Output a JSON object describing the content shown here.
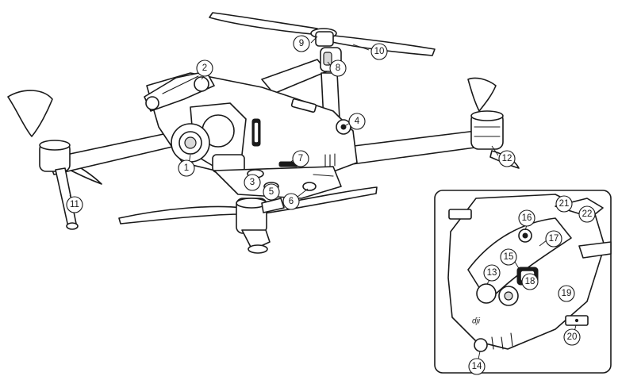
{
  "diagram": {
    "callouts": [
      {
        "id": "c1",
        "label": "1"
      },
      {
        "id": "c2",
        "label": "2"
      },
      {
        "id": "c3",
        "label": "3"
      },
      {
        "id": "c4",
        "label": "4"
      },
      {
        "id": "c5",
        "label": "5"
      },
      {
        "id": "c6",
        "label": "6"
      },
      {
        "id": "c7",
        "label": "7"
      },
      {
        "id": "c8",
        "label": "8"
      },
      {
        "id": "c9",
        "label": "9"
      },
      {
        "id": "c10",
        "label": "10"
      },
      {
        "id": "c11",
        "label": "11"
      },
      {
        "id": "c12",
        "label": "12"
      },
      {
        "id": "c13",
        "label": "13"
      },
      {
        "id": "c14",
        "label": "14"
      },
      {
        "id": "c15",
        "label": "15"
      },
      {
        "id": "c16",
        "label": "16"
      },
      {
        "id": "c17",
        "label": "17"
      },
      {
        "id": "c18",
        "label": "18"
      },
      {
        "id": "c19",
        "label": "19"
      },
      {
        "id": "c20",
        "label": "20"
      },
      {
        "id": "c21",
        "label": "21"
      },
      {
        "id": "c22",
        "label": "22"
      }
    ],
    "logo_text": "dji"
  }
}
